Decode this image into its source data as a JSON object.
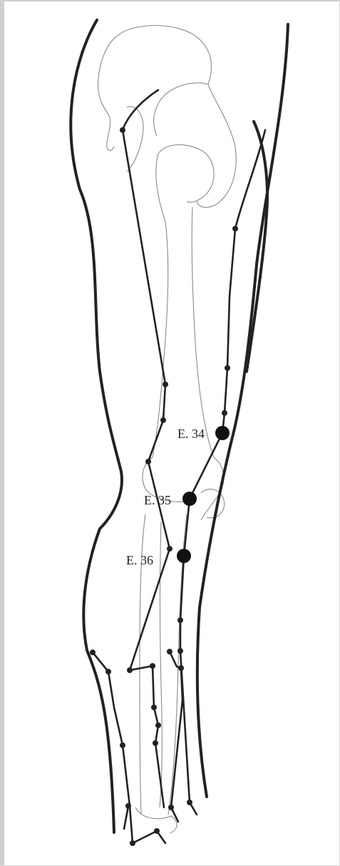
{
  "diagram": {
    "subject": "leg-acupuncture-meridian",
    "labels": {
      "e34": "E. 34",
      "e35": "E. 35",
      "e36": "E. 36"
    },
    "colors": {
      "ink": "#222222",
      "bone": "#8a8a8a",
      "frame": "#cfcfcf",
      "background": "#ffffff"
    }
  }
}
